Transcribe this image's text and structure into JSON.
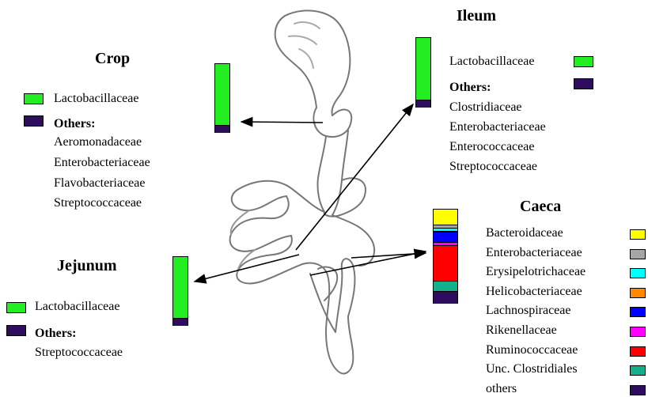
{
  "colors": {
    "lactobacillaceae": "#22ee22",
    "others": "#2e0c5e",
    "bacteroidaceae": "#ffff00",
    "enterobacteriaceae": "#a6a6a6",
    "erysipelotrichaceae": "#00ffff",
    "helicobacteriaceae": "#ff8800",
    "lachnospiraceae": "#0000ff",
    "rikenellaceae": "#ff00ff",
    "ruminococcaceae": "#ff0000",
    "unc_clostridiales": "#14b08c"
  },
  "crop": {
    "title": "Crop",
    "legend_lacto": "Lactobacillaceae",
    "legend_others": "Others:",
    "others_list": [
      "Aeromonadaceae",
      "Enterobacteriaceae",
      "Flavobacteriaceae",
      "Streptococcaceae"
    ],
    "bar": [
      {
        "name": "Lactobacillaceae",
        "fraction": 0.9
      },
      {
        "name": "Others",
        "fraction": 0.1
      }
    ]
  },
  "ileum": {
    "title": "Ileum",
    "legend_lacto": "Lactobacillaceae",
    "legend_others": "Others:",
    "others_list": [
      "Clostridiaceae",
      "Enterobacteriaceae",
      "Enterococcaceae",
      "Streptococcaceae"
    ],
    "bar": [
      {
        "name": "Lactobacillaceae",
        "fraction": 0.9
      },
      {
        "name": "Others",
        "fraction": 0.1
      }
    ]
  },
  "jejunum": {
    "title": "Jejunum",
    "legend_lacto": "Lactobacillaceae",
    "legend_others": "Others:",
    "others_list": [
      "Streptococcaceae"
    ],
    "bar": [
      {
        "name": "Lactobacillaceae",
        "fraction": 0.9
      },
      {
        "name": "Others",
        "fraction": 0.1
      }
    ]
  },
  "caeca": {
    "title": "Caeca",
    "legend": [
      {
        "label": "Bacteroidaceae",
        "color_key": "bacteroidaceae"
      },
      {
        "label": "Enterobacteriaceae",
        "color_key": "enterobacteriaceae"
      },
      {
        "label": "Erysipelotrichaceae",
        "color_key": "erysipelotrichaceae"
      },
      {
        "label": "Helicobacteriaceae",
        "color_key": "helicobacteriaceae"
      },
      {
        "label": "Lachnospiraceae",
        "color_key": "lachnospiraceae"
      },
      {
        "label": "Rikenellaceae",
        "color_key": "rikenellaceae"
      },
      {
        "label": "Ruminococcaceae",
        "color_key": "ruminococcaceae"
      },
      {
        "label": "Unc. Clostridiales",
        "color_key": "unc_clostridiales"
      },
      {
        "label": "others",
        "color_key": "others"
      }
    ],
    "bar": [
      {
        "name": "Bacteroidaceae",
        "color_key": "bacteroidaceae",
        "fraction": 0.16
      },
      {
        "name": "Enterobacteriaceae",
        "color_key": "enterobacteriaceae",
        "fraction": 0.03
      },
      {
        "name": "Erysipelotrichaceae",
        "color_key": "erysipelotrichaceae",
        "fraction": 0.03
      },
      {
        "name": "Helicobacteriaceae",
        "color_key": "helicobacteriaceae",
        "fraction": 0.01
      },
      {
        "name": "Lachnospiraceae",
        "color_key": "lachnospiraceae",
        "fraction": 0.11
      },
      {
        "name": "Rikenellaceae",
        "color_key": "rikenellaceae",
        "fraction": 0.03
      },
      {
        "name": "Ruminococcaceae",
        "color_key": "ruminococcaceae",
        "fraction": 0.38
      },
      {
        "name": "Unc. Clostridiales",
        "color_key": "unc_clostridiales",
        "fraction": 0.11
      },
      {
        "name": "others",
        "color_key": "others",
        "fraction": 0.09
      }
    ]
  }
}
